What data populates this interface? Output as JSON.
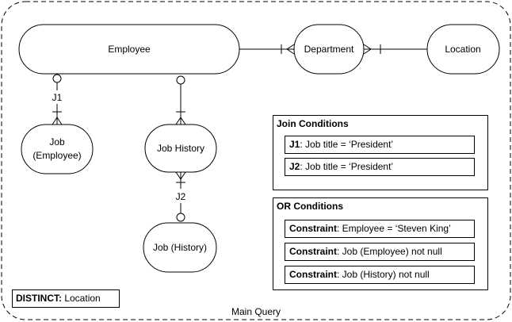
{
  "entities": {
    "employee": "Employee",
    "department": "Department",
    "location": "Location",
    "job_employee_line1": "Job",
    "job_employee_line2": "(Employee)",
    "job_history": "Job History",
    "job_history_target": "Job (History)"
  },
  "relationship_labels": {
    "j1": "J1",
    "j2": "J2"
  },
  "join_conditions": {
    "title": "Join Conditions",
    "items": [
      {
        "key": "J1",
        "text": ": Job title = ‘President’"
      },
      {
        "key": "J2",
        "text": ": Job title = ‘President’"
      }
    ]
  },
  "or_conditions": {
    "title": "OR Conditions",
    "items": [
      {
        "key": "Constraint",
        "text": ": Employee = ‘Steven King’"
      },
      {
        "key": "Constraint",
        "text": ": Job (Employee) not null"
      },
      {
        "key": "Constraint",
        "text": ": Job (History) not null"
      }
    ]
  },
  "distinct": {
    "key": "DISTINCT:",
    "value": " Location"
  },
  "frame_label": "Main Query"
}
